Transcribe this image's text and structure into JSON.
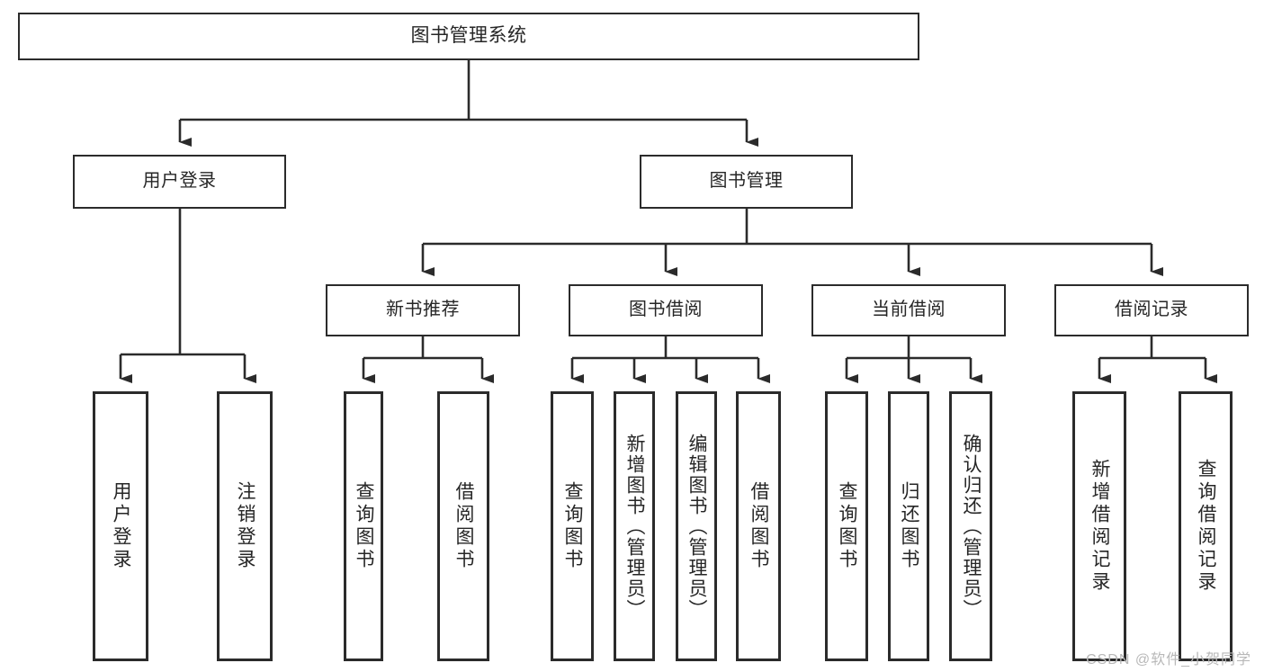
{
  "diagram": {
    "title": "图书管理系统",
    "type": "hierarchy-tree",
    "root": {
      "id": "root",
      "label": "图书管理系统"
    },
    "level2": [
      {
        "id": "user-login",
        "label": "用户登录"
      },
      {
        "id": "book-manage",
        "label": "图书管理"
      }
    ],
    "level3": [
      {
        "id": "new-book-rec",
        "label": "新书推荐"
      },
      {
        "id": "book-borrow",
        "label": "图书借阅"
      },
      {
        "id": "current-borrow",
        "label": "当前借阅"
      },
      {
        "id": "borrow-record",
        "label": "借阅记录"
      }
    ],
    "leaves": [
      {
        "id": "leaf-user-login",
        "label": "用户登录",
        "parent": "user-login"
      },
      {
        "id": "leaf-user-logout",
        "label": "注销登录",
        "parent": "user-login"
      },
      {
        "id": "leaf-query-book-1",
        "label": "查询图书",
        "parent": "new-book-rec"
      },
      {
        "id": "leaf-borrow-book-1",
        "label": "借阅图书",
        "parent": "new-book-rec"
      },
      {
        "id": "leaf-query-book-2",
        "label": "查询图书",
        "parent": "book-borrow"
      },
      {
        "id": "leaf-add-book",
        "label": "新增图书（管理员）",
        "parent": "book-borrow"
      },
      {
        "id": "leaf-edit-book",
        "label": "编辑图书（管理员）",
        "parent": "book-borrow"
      },
      {
        "id": "leaf-borrow-book-2",
        "label": "借阅图书",
        "parent": "book-borrow"
      },
      {
        "id": "leaf-query-book-3",
        "label": "查询图书",
        "parent": "current-borrow"
      },
      {
        "id": "leaf-return-book",
        "label": "归还图书",
        "parent": "current-borrow"
      },
      {
        "id": "leaf-confirm-return",
        "label": "确认归还（管理员）",
        "parent": "current-borrow"
      },
      {
        "id": "leaf-add-record",
        "label": "新增借阅记录",
        "parent": "borrow-record"
      },
      {
        "id": "leaf-query-record",
        "label": "查询借阅记录",
        "parent": "borrow-record"
      }
    ]
  },
  "watermark": {
    "text": "CSDN @软件_小贺同学"
  },
  "colors": {
    "box_border": "#2b2b2b",
    "box_fill": "#ffffff",
    "connector": "#2b2b2b",
    "text": "#262626",
    "watermark": "#b8b8b8",
    "background": "#ffffff"
  }
}
